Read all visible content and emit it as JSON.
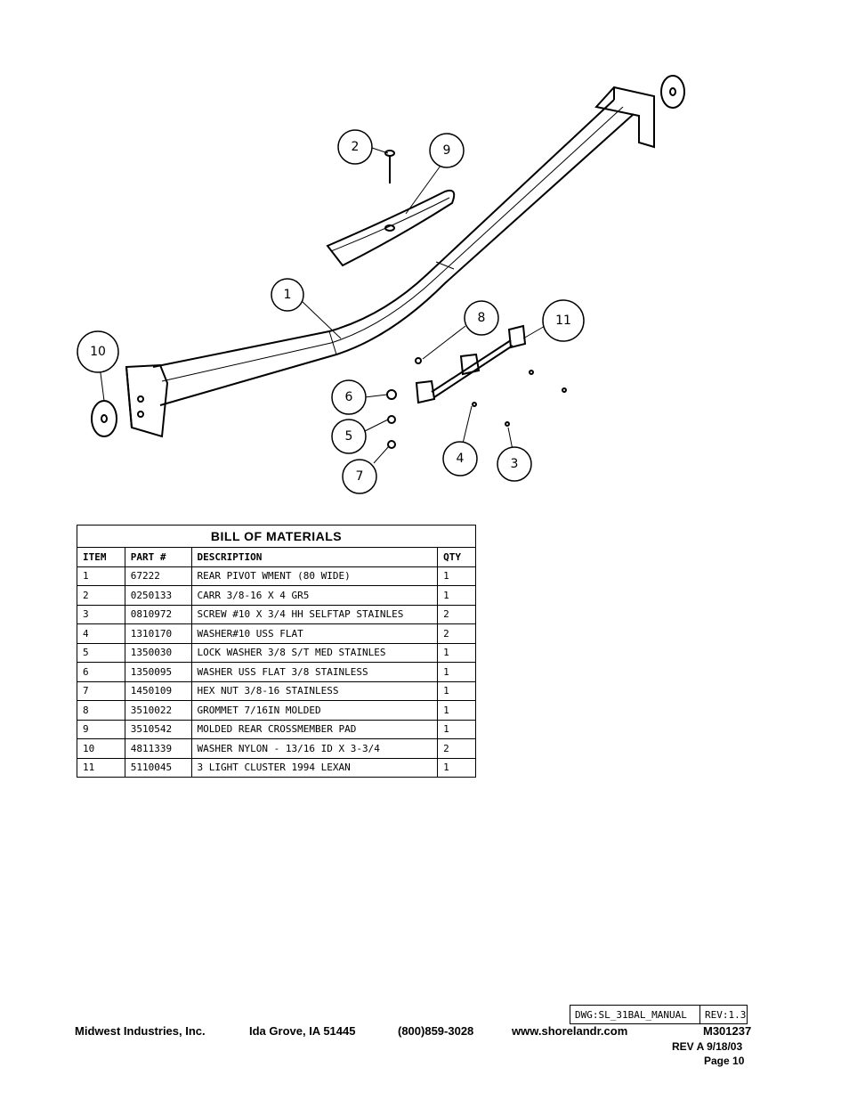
{
  "callouts": [
    "1",
    "2",
    "3",
    "4",
    "5",
    "6",
    "7",
    "8",
    "9",
    "10",
    "11"
  ],
  "bom": {
    "title": "BILL OF MATERIALS",
    "headers": [
      "ITEM",
      "PART #",
      "DESCRIPTION",
      "QTY"
    ],
    "rows": [
      [
        "1",
        "67222",
        "REAR PIVOT WMENT (80 WIDE)",
        "1"
      ],
      [
        "2",
        "0250133",
        "CARR 3/8-16 X 4 GR5",
        "1"
      ],
      [
        "3",
        "0810972",
        "SCREW #10 X 3/4 HH SELFTAP STAINLES",
        "2"
      ],
      [
        "4",
        "1310170",
        "WASHER#10 USS FLAT",
        "2"
      ],
      [
        "5",
        "1350030",
        "LOCK WASHER 3/8 S/T MED STAINLES",
        "1"
      ],
      [
        "6",
        "1350095",
        "WASHER USS FLAT 3/8 STAINLESS",
        "1"
      ],
      [
        "7",
        "1450109",
        "HEX NUT 3/8-16 STAINLESS",
        "1"
      ],
      [
        "8",
        "3510022",
        "GROMMET  7/16IN MOLDED",
        "1"
      ],
      [
        "9",
        "3510542",
        "MOLDED REAR CROSSMEMBER PAD",
        "1"
      ],
      [
        "10",
        "4811339",
        "WASHER NYLON - 13/16 ID X 3-3/4",
        "2"
      ],
      [
        "11",
        "5110045",
        "3 LIGHT CLUSTER  1994  LEXAN",
        "1"
      ]
    ]
  },
  "title_block": {
    "dwg": "DWG:SL_31BAL_MANUAL",
    "rev": "REV:1.3"
  },
  "footer": {
    "company": "Midwest Industries, Inc.",
    "city": "Ida Grove, IA  51445",
    "phone": "(800)859-3028",
    "website": "www.shorelandr.com",
    "doc_number": "M301237",
    "revision": "REV A  9/18/03",
    "page": "Page  10"
  }
}
